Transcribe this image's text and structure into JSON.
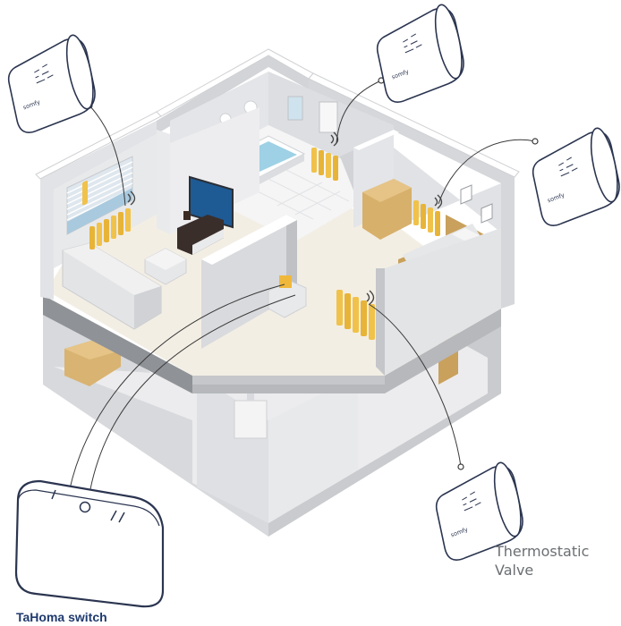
{
  "labels": {
    "hub": "TaHoma switch",
    "valve_line1": "Thermostatic",
    "valve_line2": "Valve"
  },
  "valves": [
    {
      "brand": "somfy"
    },
    {
      "brand": "somfy"
    },
    {
      "brand": "somfy"
    },
    {
      "brand": "somfy"
    }
  ],
  "colors": {
    "wall": "#e6e7e9",
    "wall_dark": "#c9cbce",
    "floor": "#f3eee4",
    "radiator": "#f0c24a",
    "tv": "#1e5a94",
    "bath_water": "#9ed1e6",
    "bed_wood": "#c9a15c",
    "device_outline": "#2b3550",
    "wire": "#3a3a3a",
    "label_blue": "#1f3a6e",
    "label_gray": "#6b6f73"
  }
}
